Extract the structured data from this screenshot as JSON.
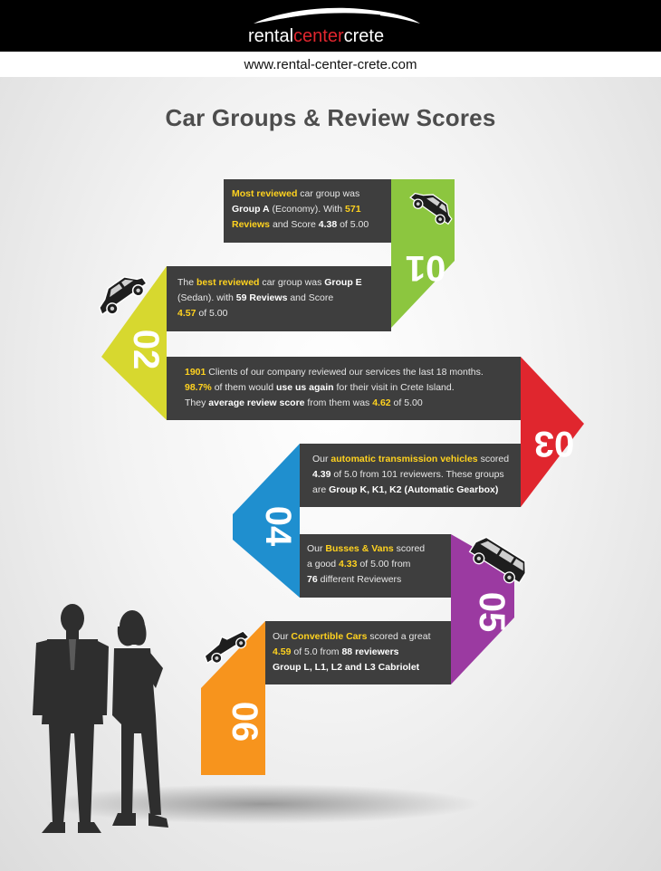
{
  "header": {
    "logo_part1": "rental",
    "logo_part2": "center",
    "logo_part3": "crete",
    "url": "www.rental-center-crete.com"
  },
  "title": "Car Groups & Review Scores",
  "colors": {
    "green": "#8cc63f",
    "yellow": "#d7d82f",
    "red": "#e0262e",
    "blue": "#1f8fcf",
    "purple": "#9b3aa1",
    "orange": "#f7941d",
    "panel": "#3e3e3e",
    "highlight": "#ffd21f"
  },
  "steps": [
    {
      "number": "01",
      "icon": "car-icon",
      "t1": "Most reviewed",
      "t2": " car group was",
      "t3": "Group A",
      "t4": " (Economy). With ",
      "t5": "571",
      "t6": "Reviews",
      "t7": " and Score ",
      "t8": "4.38",
      "t9": " of 5.00"
    },
    {
      "number": "02",
      "icon": "car-icon",
      "t1": "The ",
      "t2": "best reviewed",
      "t3": " car group was ",
      "t4": "Group E",
      "t5": "(Sedan). with ",
      "t6": "59 Reviews",
      "t7": " and Score",
      "t8": "4.57",
      "t9": " of 5.00"
    },
    {
      "number": "03",
      "t1": "1901",
      "t2": " Clients of our company reviewed our services the last 18 months.",
      "t3": "98.7%",
      "t4": " of them would ",
      "t5": "use us again",
      "t6": " for their visit in Crete Island.",
      "t7": "They ",
      "t8": "average review score",
      "t9": " from them was ",
      "t10": "4.62",
      "t11": " of 5.00"
    },
    {
      "number": "04",
      "t1": "Our ",
      "t2": "automatic transmission vehicles",
      "t3": " scored",
      "t4": "4.39",
      "t5": " of 5.0 from 101 reviewers. These groups",
      "t6": "are ",
      "t7": "Group K, K1, K2 (Automatic Gearbox)"
    },
    {
      "number": "05",
      "icon": "van-icon",
      "t1": "Our ",
      "t2": "Busses & Vans",
      "t3": " scored",
      "t4": "a good ",
      "t5": "4.33",
      "t6": " of 5.00 from",
      "t7": "76",
      "t8": " different Reviewers"
    },
    {
      "number": "06",
      "icon": "convertible-icon",
      "t1": "Our ",
      "t2": "Convertible Cars",
      "t3": " scored a great",
      "t4": "4.59",
      "t5": " of 5.0 from ",
      "t6": "88 reviewers",
      "t7": "Group L, L1, L2 and L3 Cabriolet"
    }
  ]
}
